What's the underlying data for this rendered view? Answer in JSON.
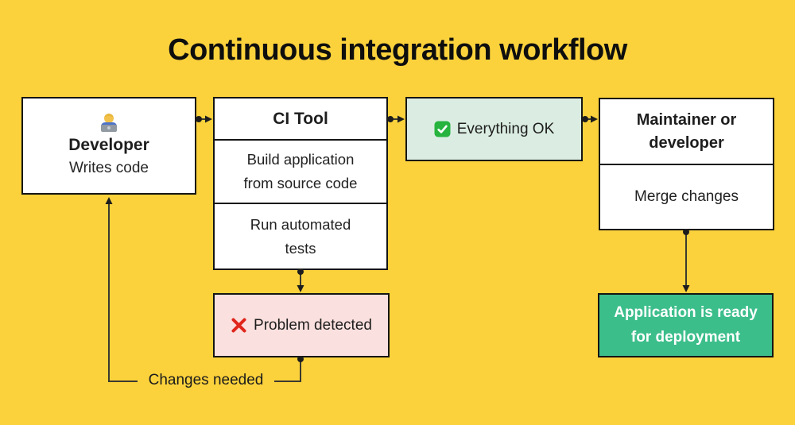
{
  "title": "Continuous integration workflow",
  "colors": {
    "background": "#FBD23C",
    "node_background": "#FFFFFF",
    "everything_ok_background": "#DBEDE2",
    "problem_background": "#FAE0DE",
    "deploy_background": "#3CBE8B",
    "deploy_text": "#FFFFFF",
    "border": "#151515",
    "connector": "#3B3A2F",
    "check_green": "#26B33E",
    "cross_red": "#E0251B"
  },
  "nodes": {
    "developer": {
      "icon": "technologist-emoji",
      "title": "Developer",
      "subtitle": "Writes code"
    },
    "ci_tool": {
      "title": "CI Tool",
      "steps": [
        "Build application from source code",
        "Run automated tests"
      ]
    },
    "everything_ok": {
      "icon": "check-mark-button-emoji",
      "label": "Everything OK"
    },
    "maintainer": {
      "title": "Maintainer or developer",
      "subtitle": "Merge changes"
    },
    "problem_detected": {
      "icon": "cross-mark-emoji",
      "label": "Problem detected"
    },
    "deployment": {
      "label": "Application is ready for deployment"
    }
  },
  "connectors": {
    "changes_needed_label": "Changes needed"
  }
}
